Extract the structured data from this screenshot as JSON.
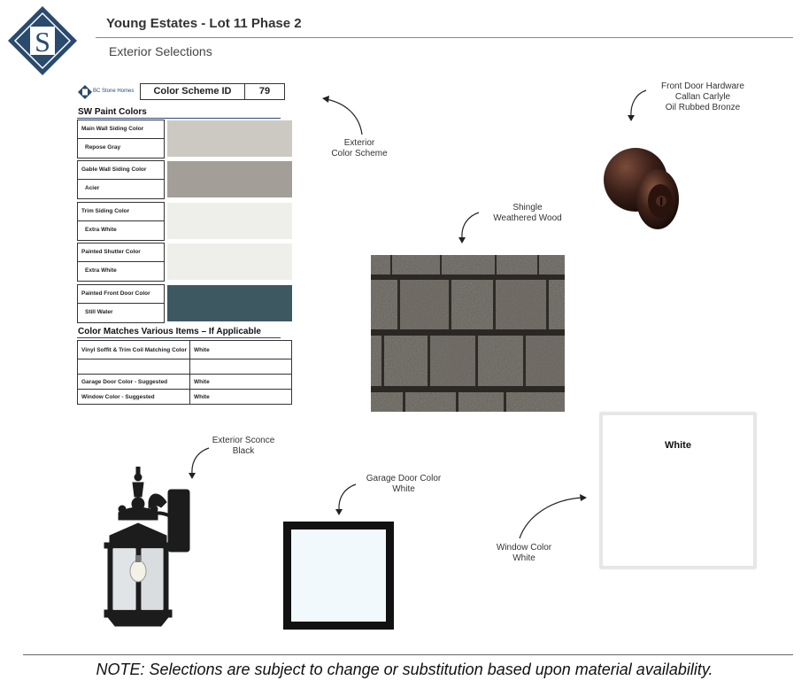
{
  "header": {
    "title": "Young Estates - Lot 11 Phase 2",
    "subtitle": "Exterior Selections",
    "logo_letter": "S"
  },
  "sheet": {
    "brand_text": "BC Stone Homes",
    "scheme_label": "Color Scheme ID",
    "scheme_id": "79",
    "paint_heading": "SW Paint Colors",
    "paints": [
      {
        "label": "Main Wall Siding Color",
        "value": "Repose Gray",
        "color": "#ccc9c3"
      },
      {
        "label": "Gable Wall Siding Color",
        "value": "Acier",
        "color": "#a49e99"
      },
      {
        "label": "Trim Siding Color",
        "value": "Extra White",
        "color": "#eeeeea"
      },
      {
        "label": "Painted Shutter Color",
        "value": "Extra White",
        "color": "#eeeeea"
      },
      {
        "label": "Painted Front Door Color",
        "value": "Still Water",
        "color": "#3e5862"
      }
    ],
    "match_heading": "Color Matches Various Items – If Applicable",
    "matches": [
      {
        "label": "Vinyl Soffit & Trim Coil Matching Color",
        "value": "White"
      },
      {
        "label": "",
        "value": ""
      },
      {
        "label": "Garage Door Color - Suggested",
        "value": "White"
      },
      {
        "label": "Window Color - Suggested",
        "value": "White"
      }
    ]
  },
  "captions": {
    "exterior_scheme": [
      "Exterior",
      "Color Scheme"
    ],
    "door_hardware": [
      "Front Door Hardware",
      "Callan Carlyle",
      "Oil Rubbed Bronze"
    ],
    "shingle": [
      "Shingle",
      "Weathered Wood"
    ],
    "sconce": [
      "Exterior Sconce",
      "Black"
    ],
    "garage": [
      "Garage Door Color",
      "White"
    ],
    "window": [
      "Window Color",
      "White"
    ]
  },
  "window_swatch_label": "White",
  "note": "NOTE: Selections are subject to change or substitution based upon material availability.",
  "colors": {
    "brand_navy": "#2a4a6e",
    "shingle": "#4a4641",
    "knob": "#3a1f18",
    "sconce": "#1c1c1c"
  }
}
